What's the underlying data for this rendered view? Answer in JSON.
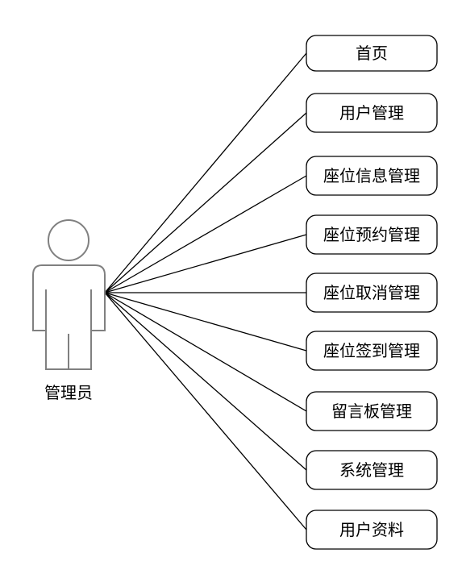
{
  "actor": {
    "name": "管理员"
  },
  "use_cases": [
    {
      "label": "首页"
    },
    {
      "label": "用户管理"
    },
    {
      "label": "座位信息管理"
    },
    {
      "label": "座位预约管理"
    },
    {
      "label": "座位取消管理"
    },
    {
      "label": "座位签到管理"
    },
    {
      "label": "留言板管理"
    },
    {
      "label": "系统管理"
    },
    {
      "label": "用户资料"
    }
  ],
  "colors": {
    "line": "#000000",
    "actor_stroke": "#808080",
    "box_fill": "#ffffff"
  }
}
